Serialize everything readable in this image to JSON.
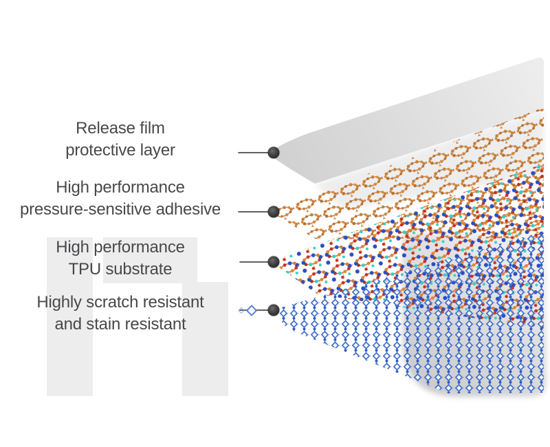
{
  "figure": {
    "type": "layered-film-structure-diagram",
    "background": "#ffffff",
    "text_color": "#48484a",
    "watermark_color": "#ededee",
    "labels": [
      {
        "line1": "Release film",
        "line2": "protective layer"
      },
      {
        "line1": "High performance",
        "line2": "pressure-sensitive adhesive"
      },
      {
        "line1": "High performance",
        "line2": "TPU substrate"
      },
      {
        "line1": "Highly scratch resistant",
        "line2": "and stain resistant"
      }
    ],
    "layers": [
      {
        "name": "release-film-protective-layer",
        "accent_color": "#d9d9d9"
      },
      {
        "name": "pressure-sensitive-adhesive-layer",
        "accent_color": "#c1762f"
      },
      {
        "name": "tpu-substrate-layer",
        "accent_color": "#c0452a"
      },
      {
        "name": "scratch-stain-resistant-coating",
        "accent_color": "#3e6cc9"
      }
    ],
    "palette": {
      "adhesive_orange": "#c97e38",
      "tpu_blue": "#2a4fc0",
      "tpu_red": "#c23322",
      "tpu_cyan": "#38cfc5",
      "tpu_orange": "#e0862f",
      "coating_blue": "#3e6cc9",
      "callout_dot": "#3a3a3a"
    }
  }
}
